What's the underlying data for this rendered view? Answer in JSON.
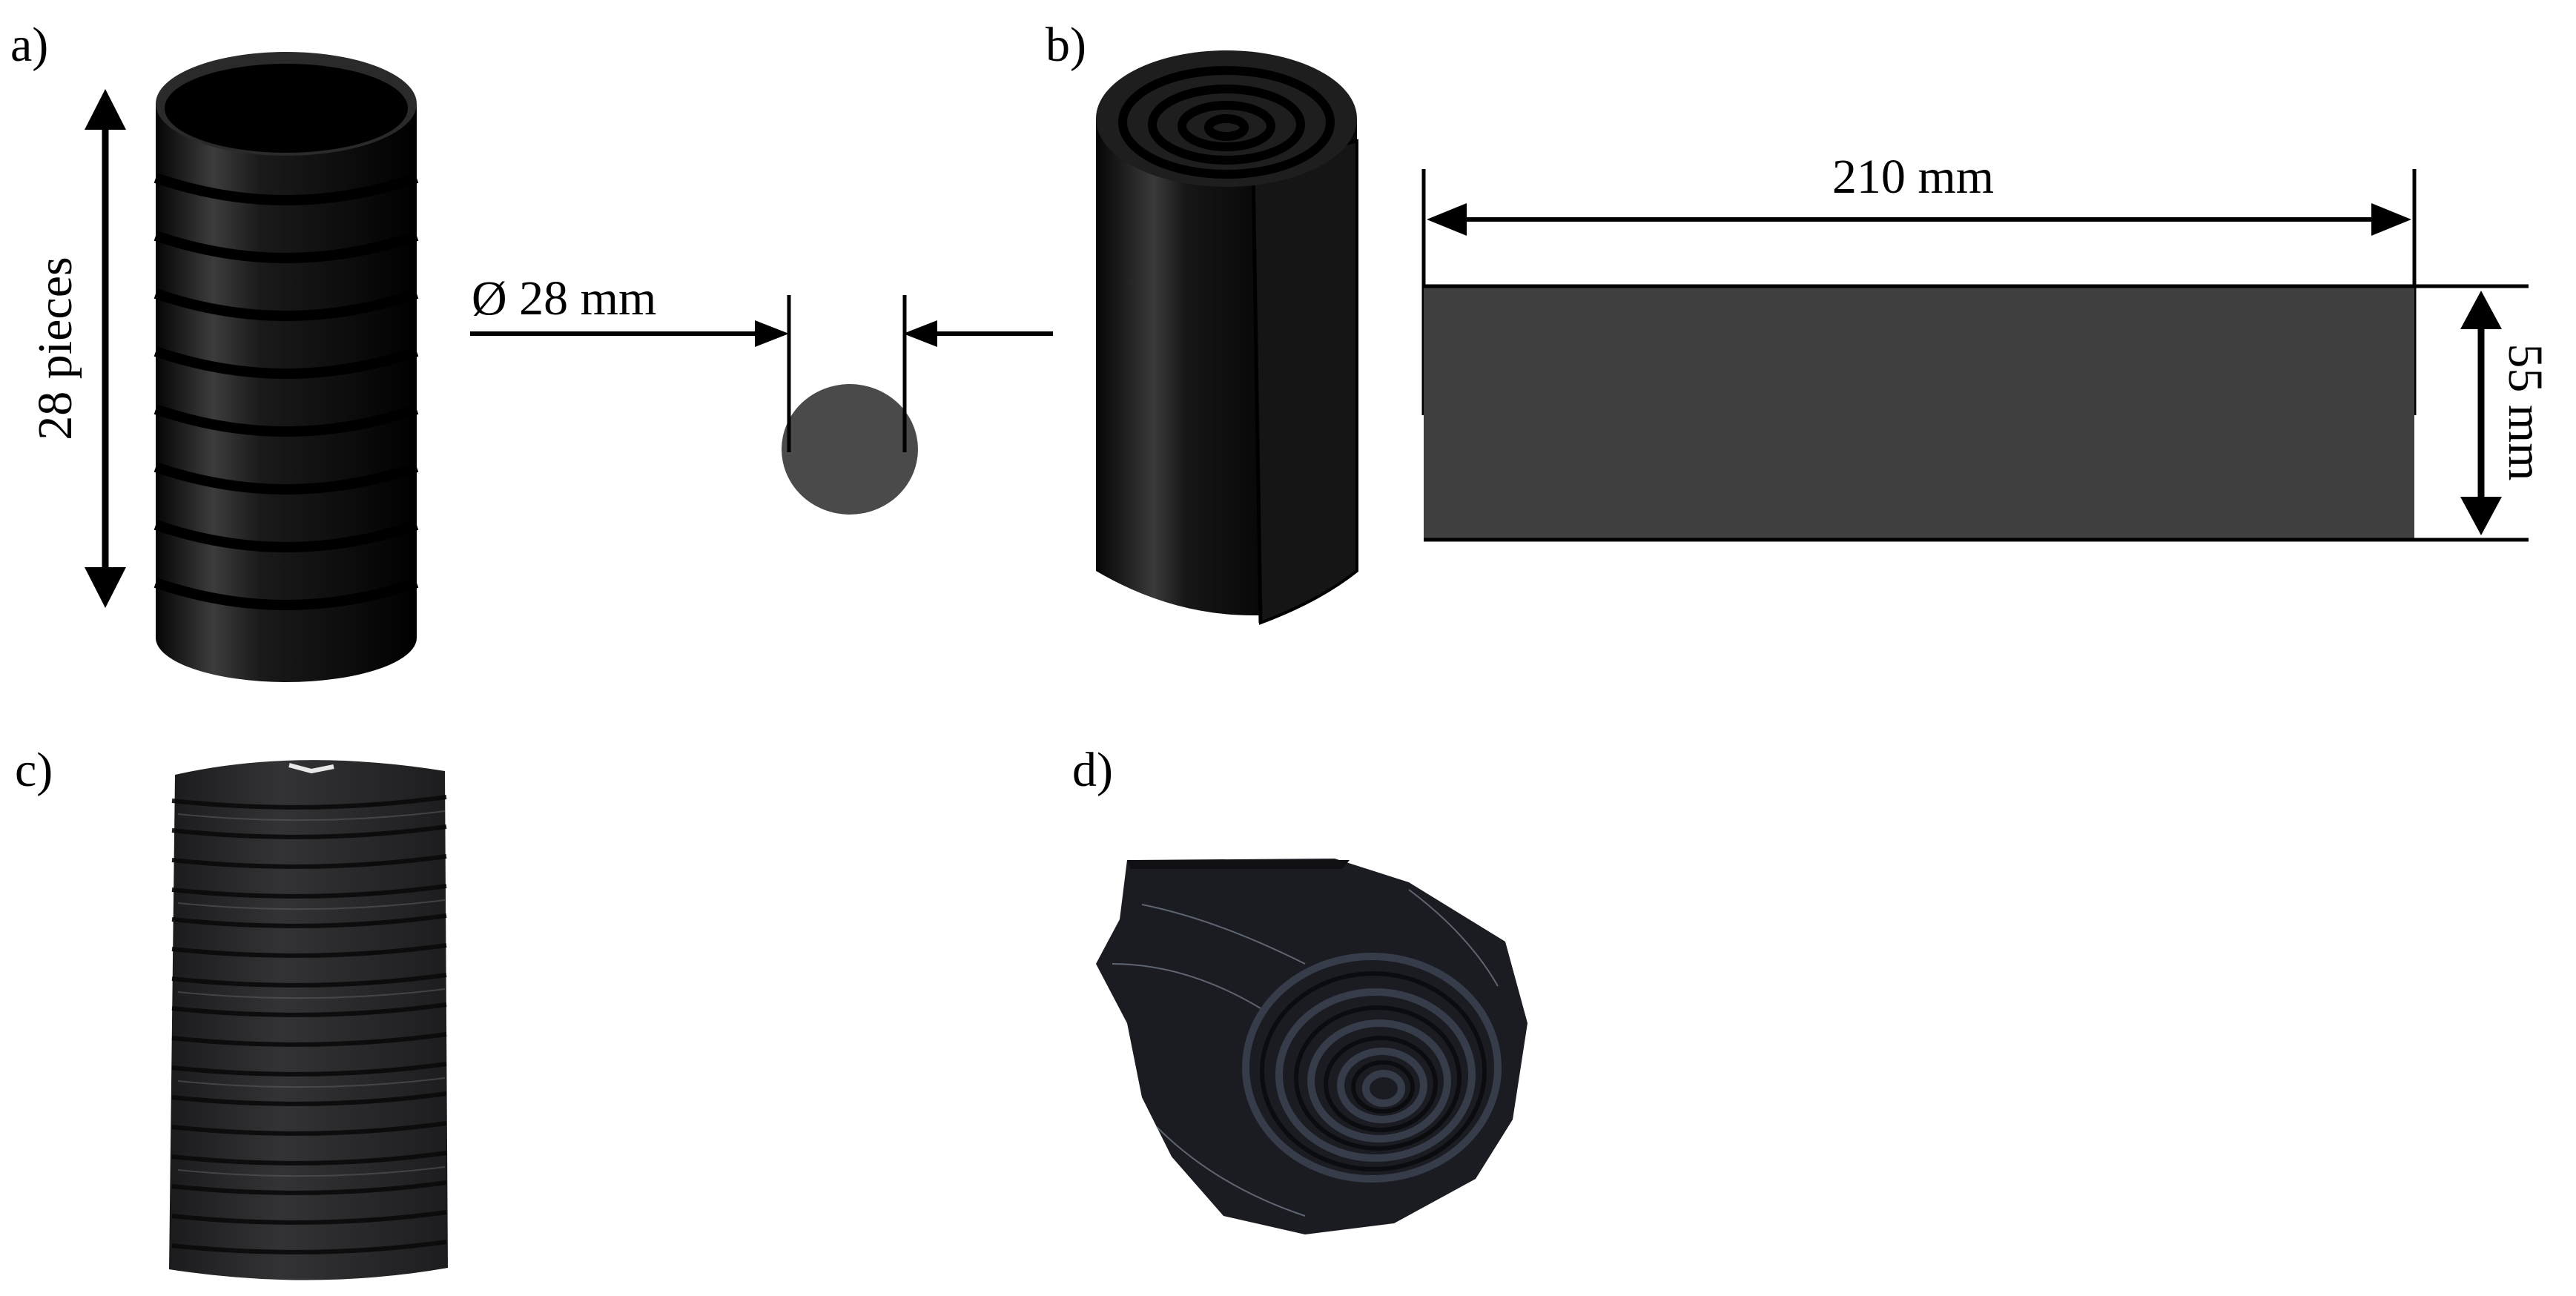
{
  "panels": {
    "a": {
      "label": "a)",
      "height_label": "28 pieces",
      "diameter_label": "Ø 28 mm"
    },
    "b": {
      "label": "b)",
      "length_label": "210 mm",
      "width_label": "55 mm"
    },
    "c": {
      "label": "c)"
    },
    "d": {
      "label": "d)"
    }
  },
  "colors": {
    "rubber": "#111111",
    "sheet": "#404040",
    "disc": "#4a4a4a",
    "line": "#000000"
  }
}
